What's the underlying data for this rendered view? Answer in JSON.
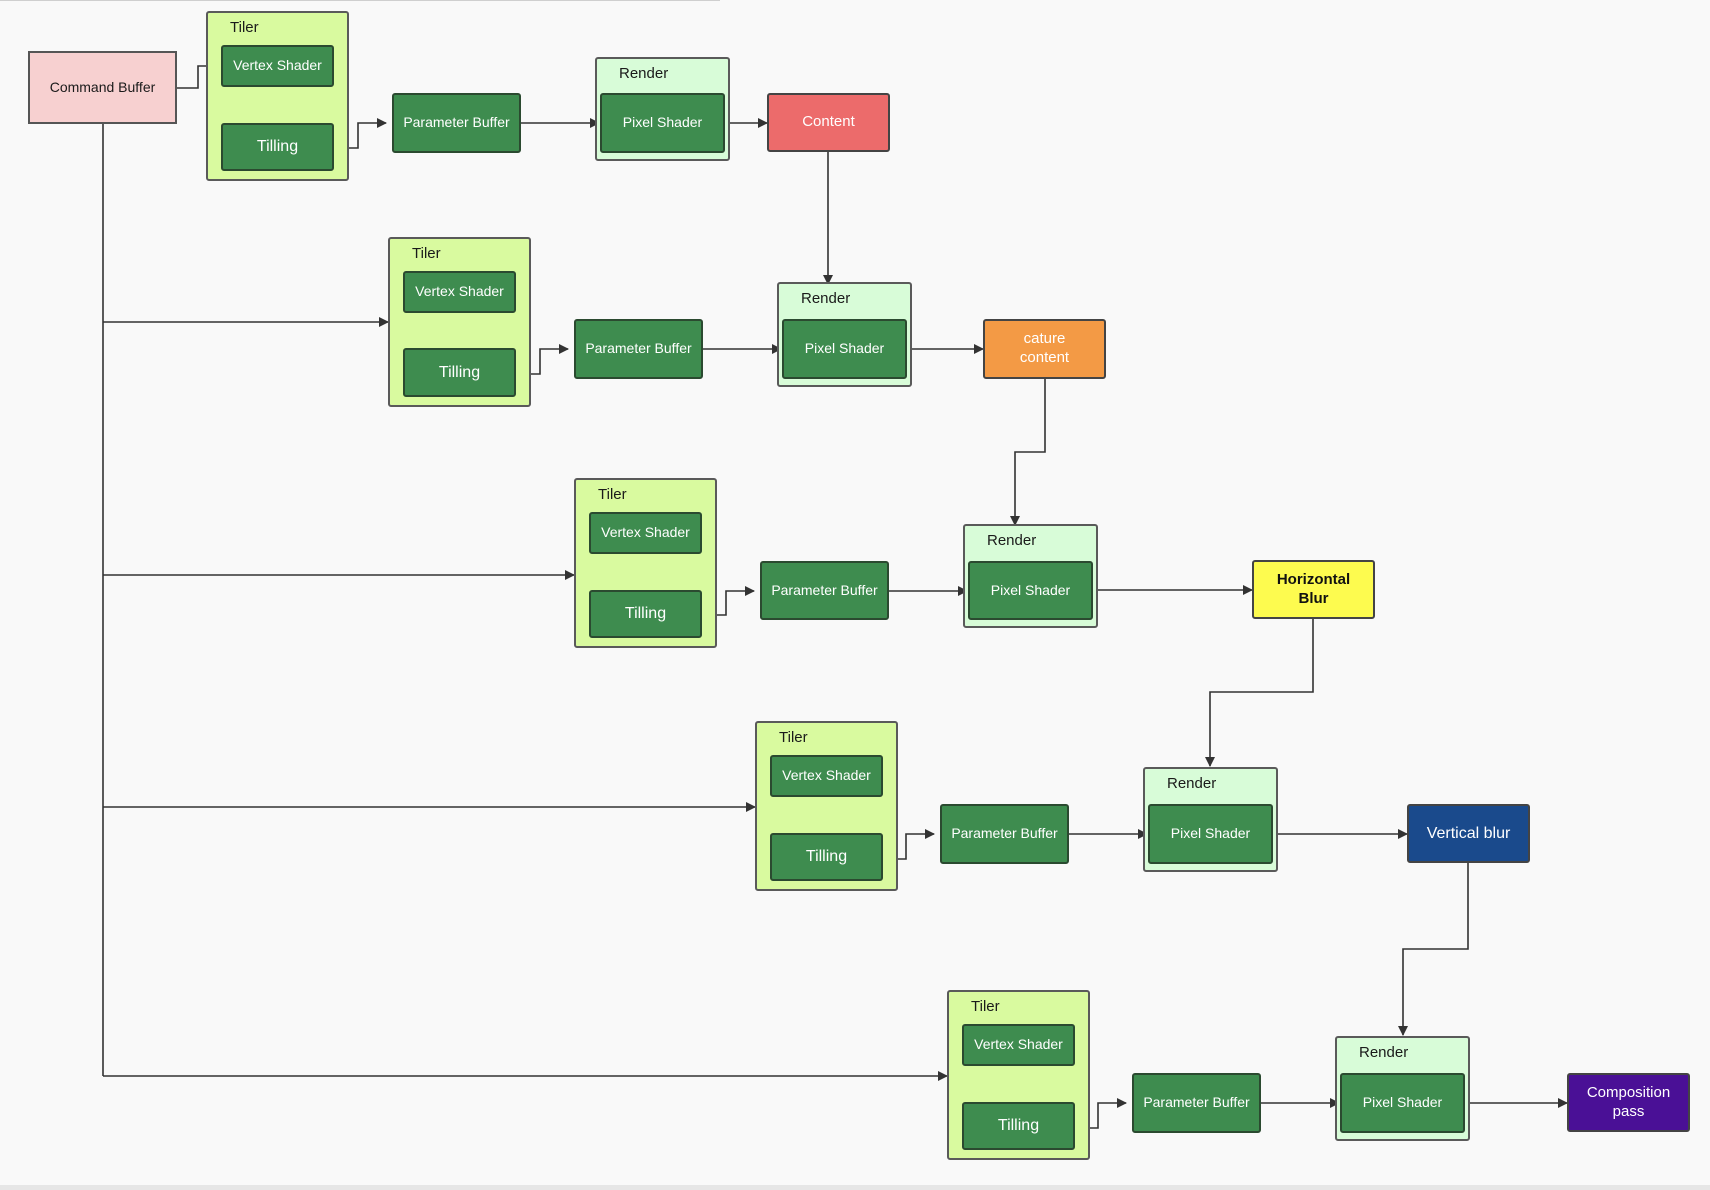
{
  "colors": {
    "canvas": "#f9f9f9",
    "tiler_fill": "#d9fa9f",
    "render_fill": "#d8fcd8",
    "shader_fill": "#3e8c4f",
    "command_buffer_fill": "#f7d0d0",
    "content": "#ec6b6b",
    "capture_content": "#f39a45",
    "horizontal_blur": "#fdfb4f",
    "vertical_blur": "#1a4a8c",
    "composition_pass": "#4a1096",
    "connector": "#333333"
  },
  "command_buffer": "Command Buffer",
  "stages": [
    {
      "tiler": {
        "title": "Tiler",
        "vertex": "Vertex Shader",
        "tilling": "Tilling"
      },
      "parameter_buffer": "Parameter Buffer",
      "render": {
        "title": "Render",
        "pixel": "Pixel Shader"
      },
      "output": {
        "label": "Content"
      }
    },
    {
      "tiler": {
        "title": "Tiler",
        "vertex": "Vertex Shader",
        "tilling": "Tilling"
      },
      "parameter_buffer": "Parameter Buffer",
      "render": {
        "title": "Render",
        "pixel": "Pixel Shader"
      },
      "output": {
        "label": "cature\ncontent"
      }
    },
    {
      "tiler": {
        "title": "Tiler",
        "vertex": "Vertex Shader",
        "tilling": "Tilling"
      },
      "parameter_buffer": "Parameter Buffer",
      "render": {
        "title": "Render",
        "pixel": "Pixel Shader"
      },
      "output": {
        "label": "Horizontal\nBlur"
      }
    },
    {
      "tiler": {
        "title": "Tiler",
        "vertex": "Vertex Shader",
        "tilling": "Tilling"
      },
      "parameter_buffer": "Parameter Buffer",
      "render": {
        "title": "Render",
        "pixel": "Pixel Shader"
      },
      "output": {
        "label": "Vertical blur"
      }
    },
    {
      "tiler": {
        "title": "Tiler",
        "vertex": "Vertex Shader",
        "tilling": "Tilling"
      },
      "parameter_buffer": "Parameter Buffer",
      "render": {
        "title": "Render",
        "pixel": "Pixel Shader"
      },
      "output": {
        "label": "Composition\npass"
      }
    }
  ]
}
